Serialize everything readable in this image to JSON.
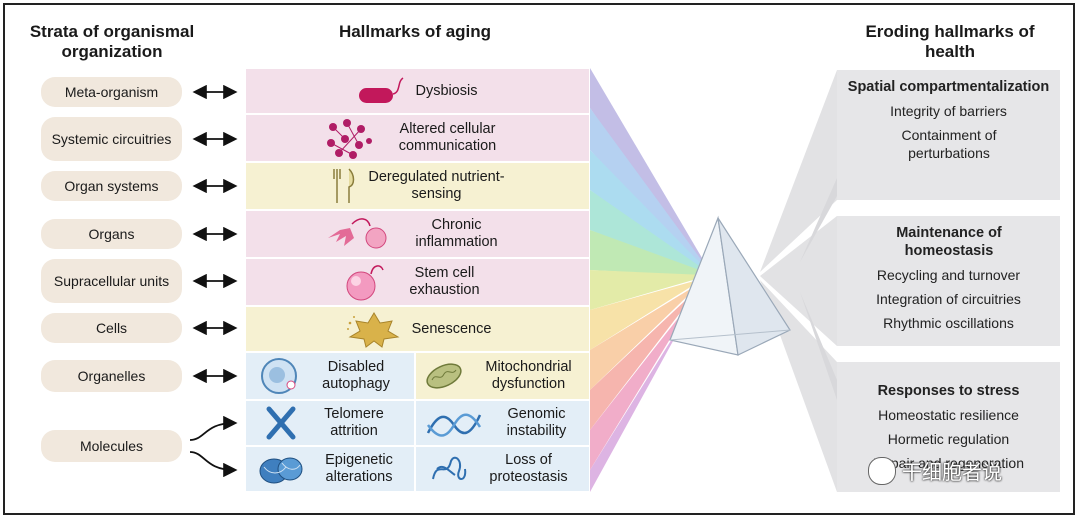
{
  "headers": {
    "strata": "Strata of organismal organization",
    "hallmarks": "Hallmarks of aging",
    "eroding": "Eroding hallmarks of health"
  },
  "strata": [
    "Meta-organism",
    "Systemic circuitries",
    "Organ systems",
    "Organs",
    "Supracellular units",
    "Cells",
    "Organelles",
    "Molecules"
  ],
  "hallmarks": {
    "dysbiosis": "Dysbiosis",
    "altered_comm": "Altered cellular communication",
    "deregulated": "Deregulated nutrient-sensing",
    "inflammation": "Chronic inflammation",
    "stem_cell": "Stem cell exhaustion",
    "senescence": "Senescence",
    "autophagy": "Disabled autophagy",
    "mitochondrial": "Mitochondrial dysfunction",
    "telomere": "Telomere attrition",
    "genomic": "Genomic instability",
    "epigenetic": "Epigenetic alterations",
    "proteostasis": "Loss of proteostasis"
  },
  "health": [
    {
      "title": "Spatial compartmentalization",
      "items": [
        "Integrity of barriers",
        "Containment of perturbations"
      ]
    },
    {
      "title": "Maintenance of homeostasis",
      "items": [
        "Recycling and turnover",
        "Integration of circuitries",
        "Rhythmic oscillations"
      ]
    },
    {
      "title": "Responses to stress",
      "items": [
        "Homeostatic resilience",
        "Hormetic regulation",
        "Repair and regeneration"
      ]
    }
  ],
  "watermark": "干细胞者说",
  "colors": {
    "pink": "#f3e0ea",
    "yellow": "#f6f1d2",
    "blue": "#e3eef7",
    "pill": "#f1e8dd",
    "card": "#e6e6e8",
    "magenta": "#c2185b"
  },
  "icons": [
    "bacterium-icon",
    "cell-network-icon",
    "fork-knife-icon",
    "immune-cell-icon",
    "stem-cell-icon",
    "senescent-cell-icon",
    "autophagosome-icon",
    "mitochondrion-icon",
    "chromosome-icon",
    "dna-helix-icon",
    "chromatin-icon",
    "protein-icon",
    "prism-icon"
  ]
}
